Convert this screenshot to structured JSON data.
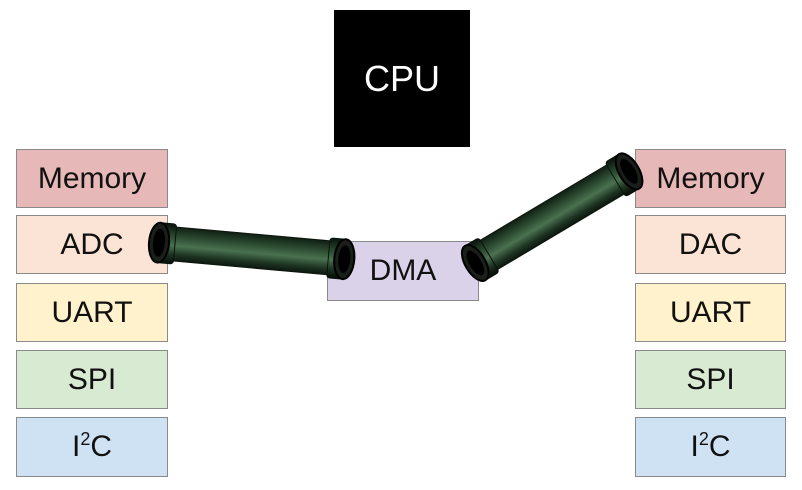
{
  "colors": {
    "memory": "#e6b8b7",
    "adc_dac": "#fbe4d5",
    "uart": "#fff2cc",
    "spi": "#d9ead3",
    "i2c": "#cfe2f3",
    "dma": "#d9d2e9",
    "cpu": "#000000",
    "pipe": "#2f4a2f"
  },
  "cpu": {
    "label": "CPU"
  },
  "dma": {
    "label": "DMA"
  },
  "left_column": {
    "memory": "Memory",
    "adc": "ADC",
    "uart": "UART",
    "spi": "SPI",
    "i2c": {
      "base": "I",
      "sup": "2",
      "tail": "C"
    }
  },
  "right_column": {
    "memory": "Memory",
    "dac": "DAC",
    "uart": "UART",
    "spi": "SPI",
    "i2c": {
      "base": "I",
      "sup": "2",
      "tail": "C"
    }
  }
}
